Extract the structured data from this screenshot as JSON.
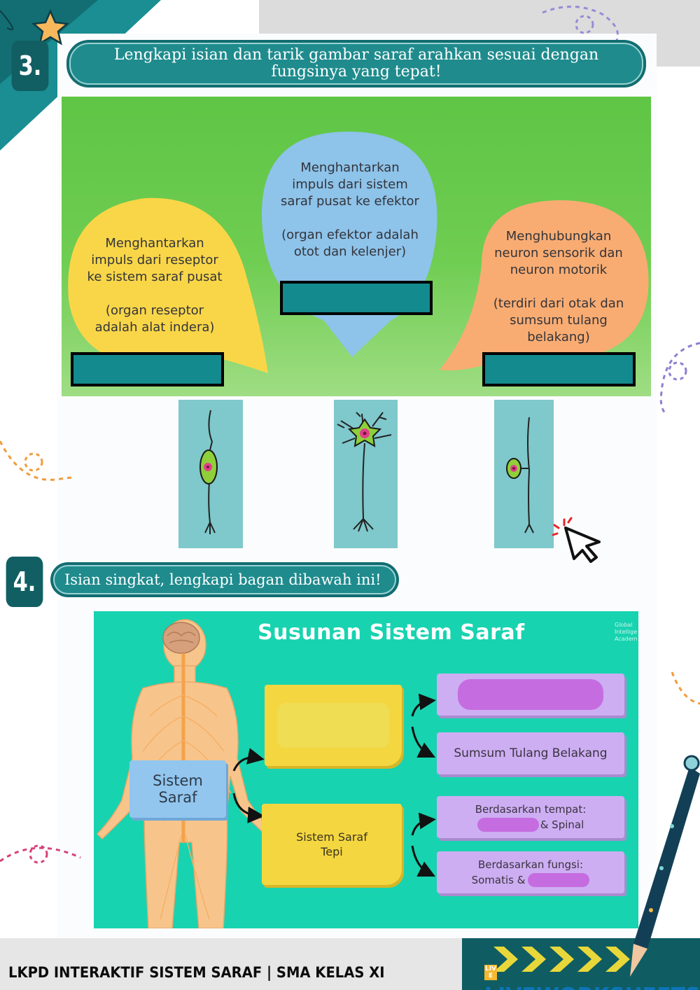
{
  "section3": {
    "number": "3.",
    "instruction": "Lengkapi isian dan tarik gambar saraf arahkan sesuai dengan fungsinya yang tepat!",
    "bubbles": [
      {
        "text": "Menghantarkan\nimpuls dari reseptor\nke sistem saraf pusat\n\n(organ reseptor\nadalah alat indera)",
        "color": "#f9d648"
      },
      {
        "text": "Menghantarkan\nimpuls dari sistem\nsaraf pusat ke efektor\n\n(organ efektor adalah\notot dan kelenjer)",
        "color": "#8ec3ea"
      },
      {
        "text": "Menghubungkan\nneuron sensorik dan\nneuron motorik\n\n(terdiri dari otak dan\nsumsum tulang\nbelakang)",
        "color": "#f9ac72"
      }
    ],
    "answer_box_color": "#138a8d",
    "neuron_images": [
      "bipolar-neuron",
      "multipolar-neuron",
      "unipolar-neuron"
    ]
  },
  "section4": {
    "number": "4.",
    "instruction": "Isian singkat, lengkapi bagan dibawah ini!",
    "chart_title": "Susunan Sistem Saraf",
    "corner_text": "Global\nIntellige\nAcadem",
    "root": "Sistem\nSaraf",
    "branches": [
      {
        "label": "",
        "children": [
          {
            "label": ""
          },
          {
            "label": "Sumsum Tulang Belakang"
          }
        ]
      },
      {
        "label": "Sistem Saraf\nTepi",
        "children": [
          {
            "line1": "Berdasarkan tempat:",
            "line2_suffix": "& Spinal"
          },
          {
            "line1": "Berdasarkan fungsi:",
            "line2_prefix": "Somatis &"
          }
        ]
      }
    ]
  },
  "footer": {
    "title": "LKPD INTERAKTIF SISTEM SARAF | SMA KELAS XI",
    "brand": "LIVEWORKSHEETS",
    "brand_mark": "LIVE"
  }
}
